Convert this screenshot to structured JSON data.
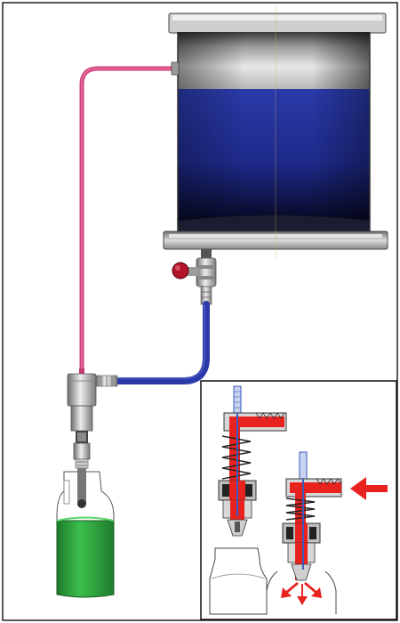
{
  "figure": {
    "components": [
      "tank-icon",
      "stopcock-valve-icon",
      "filling-valve-icon",
      "bottle-icon",
      "pressure-line-icon",
      "product-hose-icon",
      "inset-detail-panel"
    ]
  },
  "colors": {
    "frame": "#222222",
    "tank_top": "#d9d9d9",
    "liquid": "#22309a",
    "liquid_dark": "#0c1040",
    "pressure_line": "#d0407a",
    "product_hose": "#2b3aa8",
    "bottle": "#2e9e3e",
    "flow_arrow": "#e8221f",
    "metal": "#b9b9b9",
    "valve_knob": "#b3132b"
  },
  "inset": {
    "left_state": "closed",
    "right_state": "open"
  }
}
